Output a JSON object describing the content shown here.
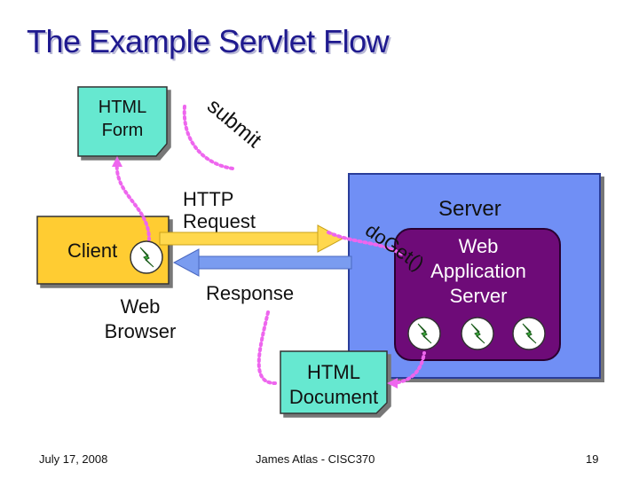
{
  "slide": {
    "title": "The Example Servlet Flow",
    "footer": {
      "date": "July 17, 2008",
      "author": "James Atlas - CISC370",
      "page": "19"
    }
  },
  "diagram": {
    "html_form": {
      "line1": "HTML",
      "line2": "Form"
    },
    "submit_label": "submit",
    "client_label": "Client",
    "web_browser": {
      "line1": "Web",
      "line2": "Browser"
    },
    "http_request": {
      "line1": "HTTP",
      "line2": "Request"
    },
    "response_label": "Response",
    "server_label": "Server",
    "doget_label": "doGet()",
    "web_app_server": {
      "line1": "Web",
      "line2": "Application",
      "line3": "Server"
    },
    "html_document": {
      "line1": "HTML",
      "line2": "Document"
    }
  },
  "colors": {
    "title": "#1f1a8f",
    "client_box": "#ffcc33",
    "server_box": "#6f8ff5",
    "app_server_box": "#6e0b78",
    "note_box": "#66e8d0",
    "request_arrow": "#ffd84d",
    "response_arrow": "#7a9cf0",
    "dotted_connector": "#ee66ee",
    "servlet_icon": "#3fb23f"
  },
  "icons": [
    "servlet-lightning-icon"
  ]
}
